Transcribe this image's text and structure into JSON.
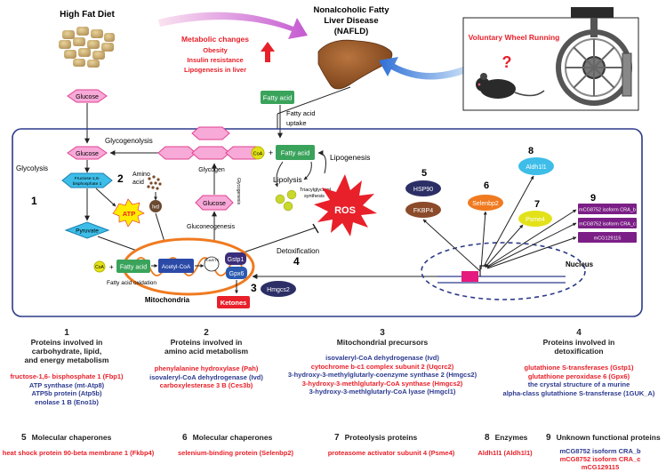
{
  "top": {
    "diet_label": "High Fat Diet",
    "nafld_title_line1": "Nonalcoholic Fatty",
    "nafld_title_line2": "Liver Disease",
    "nafld_title_line3": "(NAFLD)",
    "metabolic_changes": "Metabolic changes",
    "changes": [
      "Obesity",
      "Insulin resistance",
      "Lipogenesis in liver"
    ],
    "wheel_label": "Voluntary Wheel Running",
    "question_mark": "?",
    "fatty_acid_top": "Fatty acid",
    "fatty_acid_uptake_line1": "Fatty acid",
    "fatty_acid_uptake_line2": "uptake"
  },
  "cell": {
    "glucose_outer": "Glucose",
    "glucose_inner": "Glucose",
    "glycogenolysis": "Glycogenolysis",
    "glycolysis": "Glycolysis",
    "num1": "1",
    "f16bp_line1": "Fructose-1,6-",
    "f16bp_line2": "bisphosphate 1",
    "atp": "ATP",
    "pyruvate": "Pyruvate",
    "num2": "2",
    "amino_acid_line1": "Amino",
    "amino_acid_line2": "acid",
    "ivd": "Ivd",
    "glycogen": "Glycogen",
    "glucose_right": "Glucose",
    "gluconeogenesis": "Gluconeogenesis",
    "glycogenesis": "Glycogenesis",
    "coa": "CoA",
    "plus": "+",
    "fatty_acid_cell": "Fatty acid",
    "lipolysis": "Lipolysis",
    "lipogenesis": "Lipogenesis",
    "triacylglycerol_line1": "Triacylglycerol",
    "triacylglycerol_line2": "synthesis",
    "ros": "ROS",
    "detoxification": "Detoxification",
    "num4": "4",
    "coa_left": "CoA",
    "fatty_acid_left": "Fatty acid",
    "acetyl_coa": "Acetyl-CoA",
    "tca": "TCA/ETC",
    "gstp1": "Gstp1",
    "gpx6": "Gpx6",
    "fatty_acid_oxidation": "Fatty acid oxidation",
    "num3": "3",
    "hmgcs2": "Hmgcs2",
    "ketones": "Ketones",
    "mitochondria": "Mitochondria",
    "num5": "5",
    "hsp90": "HSP90",
    "fkbp4": "FKBP4",
    "num6": "6",
    "selenbp2": "Selenbp2",
    "num7": "7",
    "psme4": "Psme4",
    "num8": "8",
    "aldh1l1": "Aldh1l1",
    "num9": "9",
    "unknown_boxes": [
      "mCG8752 isoform CRA_b",
      "mCG8752 isoform CRA_c",
      "mCG129115"
    ],
    "nucleus": "Nucleus"
  },
  "legend": [
    {
      "num": "1",
      "title": [
        "Proteins involved in",
        "carbohydrate, lipid,",
        "and energy metabolism"
      ],
      "items": [
        {
          "text": "fructose-1,6- bisphosphate 1 (Fbp1)",
          "color": "red"
        },
        {
          "text": "ATP synthase (mt-Atp8)",
          "color": "blue"
        },
        {
          "text": "ATP5b protein (Atp5b)",
          "color": "blue"
        },
        {
          "text": "enolase 1 B (Eno1b)",
          "color": "blue"
        }
      ]
    },
    {
      "num": "2",
      "title": [
        "Proteins involved in",
        "amino acid metabolism"
      ],
      "items": [
        {
          "text": "phenylalanine hydroxylase (Pah)",
          "color": "red"
        },
        {
          "text": "isovaleryl-CoA dehydrogenase (Ivd)",
          "color": "blue"
        },
        {
          "text": "carboxylesterase 3 B (Ces3b)",
          "color": "red"
        }
      ]
    },
    {
      "num": "3",
      "title": [
        "Mitochondrial precursors"
      ],
      "items": [
        {
          "text": "isovaleryl-CoA dehydrogenase (Ivd)",
          "color": "blue"
        },
        {
          "text": "cytochrome b-c1 complex subunit 2 (Uqcrc2)",
          "color": "red"
        },
        {
          "text": "3-hydroxy-3-methylglutarly-coenzyme synthase 2 (Hmgcs2)",
          "color": "blue"
        },
        {
          "text": "3-hydroxy-3-methlglutarly-CoA synthase (Hmgcs2)",
          "color": "red"
        },
        {
          "text": "3-hydroxy-3-methlglutarly-CoA lyase (Hmgcl1)",
          "color": "blue"
        }
      ]
    },
    {
      "num": "4",
      "title": [
        "Proteins involved in",
        "detoxification"
      ],
      "items": [
        {
          "text": "glutathione S-transferases (Gstp1)",
          "color": "red"
        },
        {
          "text": "glutathione peroxidase 6 (Gpx6)",
          "color": "red"
        },
        {
          "text": "the crystal structure of a murine",
          "color": "blue"
        },
        {
          "text": "alpha-class glutathione S-transferase (1GUK_A)",
          "color": "blue"
        }
      ]
    }
  ],
  "bottom": [
    {
      "num": "5",
      "title": "Molecular chaperones",
      "items": [
        {
          "text": "heat shock protein 90-beta membrane 1 (Fkbp4)",
          "color": "red"
        }
      ]
    },
    {
      "num": "6",
      "title": "Molecular chaperones",
      "items": [
        {
          "text": "selenium-binding protein (Selenbp2)",
          "color": "red"
        }
      ]
    },
    {
      "num": "7",
      "title": "Proteolysis proteins",
      "items": [
        {
          "text": "proteasome activator subunit 4 (Psme4)",
          "color": "red"
        }
      ]
    },
    {
      "num": "8",
      "title": "Enzymes",
      "items": [
        {
          "text": "Aldh1l1 (Aldh1l1)",
          "color": "red"
        }
      ]
    },
    {
      "num": "9",
      "title": "Unknown functional proteins",
      "items": [
        {
          "text": "mCG8752 isoform CRA_b",
          "color": "blue"
        },
        {
          "text": "mCG8752 isoform CRA_c",
          "color": "red"
        },
        {
          "text": "mCG129115",
          "color": "red"
        }
      ]
    }
  ],
  "colors": {
    "pink": "#f7a9d8",
    "pink_stroke": "#e0418f",
    "green": "#3aa35b",
    "blue_cell": "#2b3a8a",
    "orange": "#f07a1f",
    "red": "#e8202a",
    "navy_ellipse": "#2c2f66",
    "brown_ellipse": "#8b4a2a",
    "cyan": "#3dbde8",
    "yellow": "#e3e21a",
    "purple": "#7b1f86"
  },
  "icons": [
    "chow-pellets-image",
    "liver-image",
    "mouse-image",
    "running-wheel-image",
    "up-arrow-icon"
  ]
}
